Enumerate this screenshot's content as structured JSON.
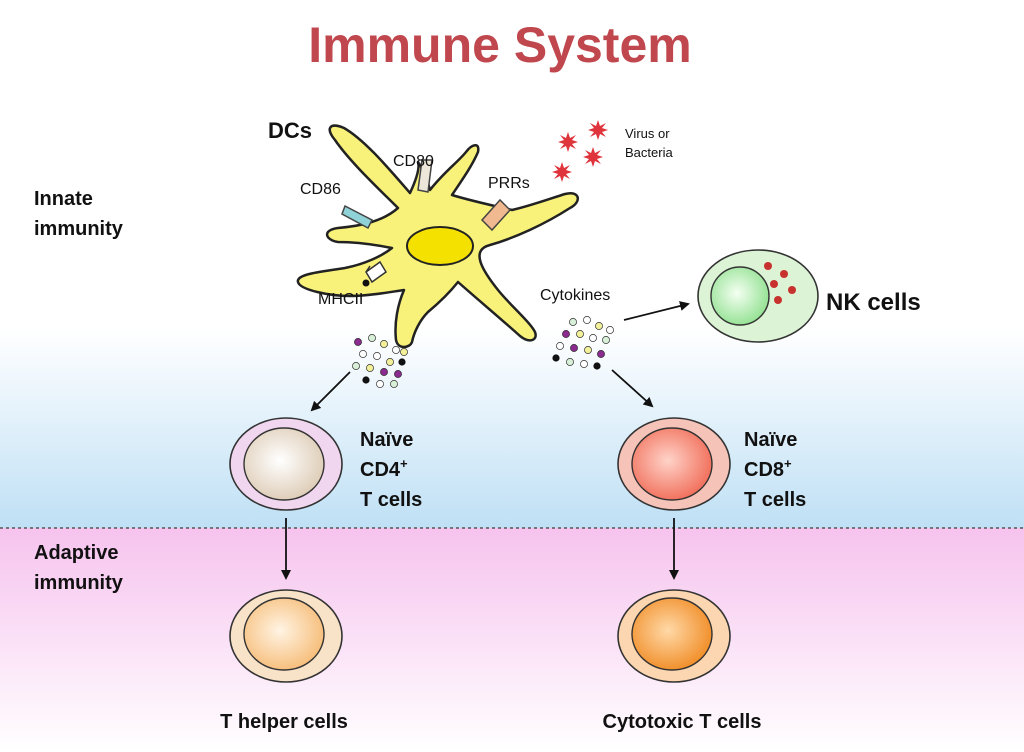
{
  "title": "Immune System",
  "sections": {
    "innate": [
      "Innate",
      "immunity"
    ],
    "adaptive": [
      "Adaptive",
      "immunity"
    ]
  },
  "dc": {
    "label": "DCs",
    "receptors": {
      "cd80": "CD80",
      "cd86": "CD86",
      "prrs": "PRRs",
      "mhcii": "MHCII"
    }
  },
  "pathogen": [
    "Virus or",
    "Bacteria"
  ],
  "cytokines": "Cytokines",
  "nk": "NK cells",
  "naive_cd4": [
    "Naïve",
    "CD4",
    "+",
    "T cells"
  ],
  "naive_cd8": [
    "Naïve",
    "CD8",
    "+",
    "T cells"
  ],
  "t_helper": "T helper cells",
  "cytotoxic": "Cytotoxic T cells",
  "colors": {
    "title": "#c0474d",
    "dc_body": "#f8f27a",
    "dc_nucleus": "#f5e100",
    "pathogen": "#e0343d",
    "nk_outer": "#dcf3d6",
    "nk_inner": "#a9e8a8",
    "cd4_outer": "#f1d6ef",
    "cd4_inner": "#eee2d2",
    "cd8_outer": "#f6c3b8",
    "cd8_inner": "#f47f6b",
    "th_outer": "#f8e2c8",
    "th_inner": "#f9c98b",
    "ctl_outer": "#fbd6b0",
    "ctl_inner": "#f59a3a"
  }
}
